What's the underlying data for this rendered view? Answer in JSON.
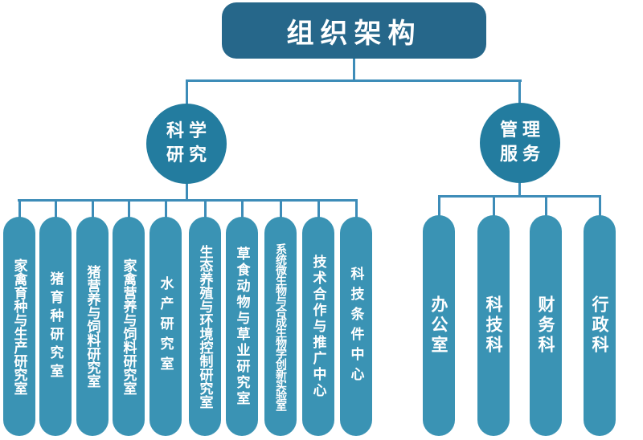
{
  "title": "组织架构",
  "colors": {
    "title_box": "#26678a",
    "category_circle": "#237c9f",
    "unit_pillar": "#3a93b4",
    "connector": "#3d8cb8",
    "text": "#ffffff"
  },
  "categories": [
    {
      "line1": "科学",
      "line2": "研究",
      "units": [
        "家禽育种与生产研究室",
        "猪育种研究室",
        "猪营养与饲料研究室",
        "家禽营养与饲料研究室",
        "水产研究室",
        "生态养殖与环境控制研究室",
        "草食动物与草业研究室",
        "系统微生物与合成生物学创新实验室",
        "技术合作与推广中心",
        "科技条件中心"
      ]
    },
    {
      "line1": "管理",
      "line2": "服务",
      "units": [
        "办公室",
        "科技科",
        "财务科",
        "行政科"
      ]
    }
  ]
}
